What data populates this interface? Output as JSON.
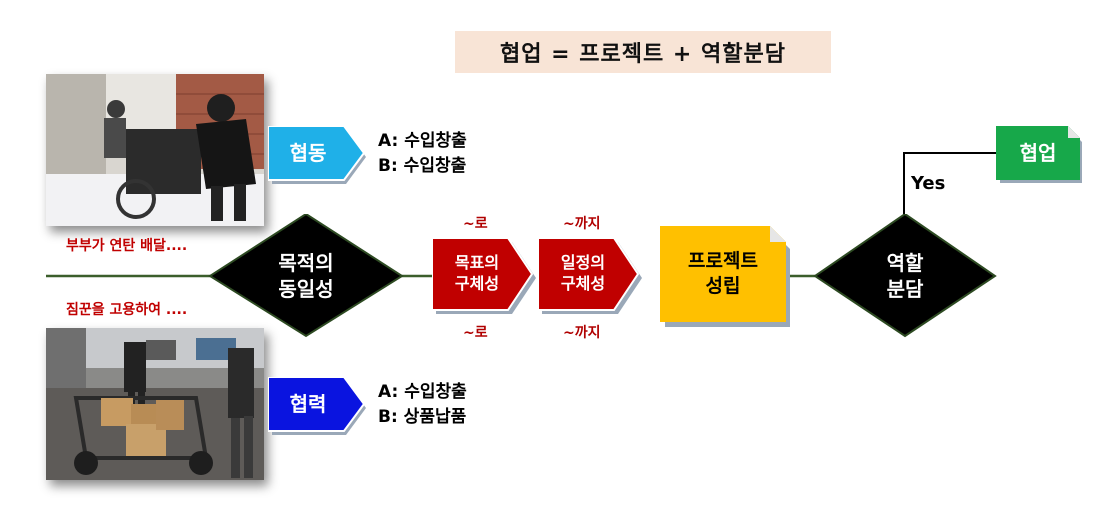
{
  "title": "협업 = 프로젝트 + 역할분담",
  "top_photo_caption": "부부가 연탄 배달....",
  "bottom_photo_caption": "짐꾼을 고용하여 ....",
  "cooperation_1": {
    "label": "협동",
    "a": "A: 수입창출",
    "b": "B: 수입창출",
    "color": "#1fb0e8"
  },
  "cooperation_2": {
    "label": "협력",
    "a": "A: 수입창출",
    "b": "B: 상품납품",
    "color": "#0a14e0"
  },
  "purpose_diamond": {
    "line1": "목적의",
    "line2": "동일성"
  },
  "goal_step": {
    "line1": "목표의",
    "line2": "구체성",
    "note_top": "~로",
    "note_bottom": "~로"
  },
  "schedule_step": {
    "line1": "일정의",
    "line2": "구체성",
    "note_top": "~까지",
    "note_bottom": "~까지"
  },
  "project_box": {
    "line1": "프로젝트",
    "line2": "성립",
    "color": "#ffc000"
  },
  "role_diamond": {
    "line1": "역할",
    "line2": "분담"
  },
  "yes_label": "Yes",
  "collaboration_box": {
    "label": "협업",
    "color": "#17a84a"
  },
  "colors": {
    "step_red": "#c00000",
    "line_green": "#3b5e2b",
    "diamond_black": "#000000"
  },
  "icons": [
    "chevron-pentagon-shape",
    "diamond-shape",
    "folded-corner-shape"
  ]
}
